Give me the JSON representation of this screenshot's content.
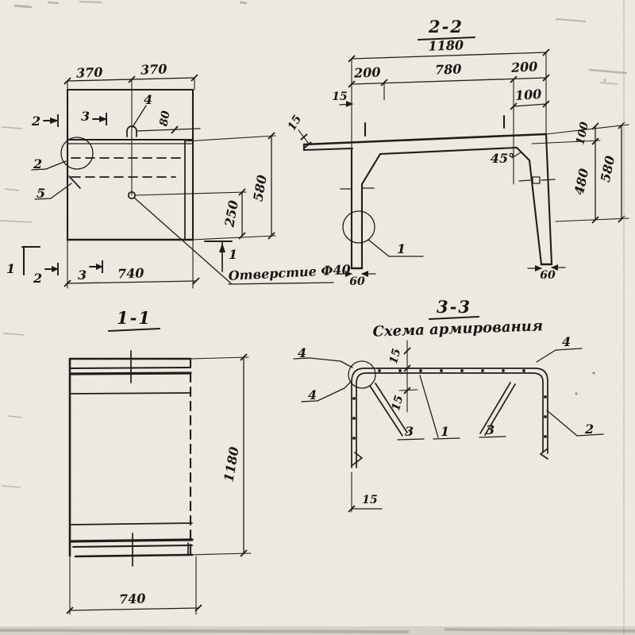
{
  "plan": {
    "dim_370_l": "370",
    "dim_370_r": "370",
    "dim_80": "80",
    "dim_250": "250",
    "dim_580": "580",
    "dim_740": "740",
    "mark_2_top": "2",
    "mark_3_top": "3",
    "mark_4": "4",
    "mark_2_detail": "2",
    "mark_5": "5",
    "mark_1_bl": "1",
    "mark_2_bl": "2",
    "mark_3_bl": "3",
    "mark_1_br": "1",
    "hole_note": "Отверстие Ф40"
  },
  "s22": {
    "title": "2-2",
    "dim_1180": "1180",
    "dim_200_l": "200",
    "dim_780": "780",
    "dim_200_r": "200",
    "dim_100_top": "100",
    "dim_15": "15",
    "dim_15_tip": "15",
    "angle": "45°",
    "dim_100_r": "100",
    "dim_480": "480",
    "dim_580": "580",
    "dim_60_l": "60",
    "dim_60_r": "60",
    "mark_1": "1"
  },
  "s11": {
    "title": "1-1",
    "dim_1180": "1180",
    "dim_740": "740"
  },
  "s33": {
    "title": "3-3",
    "subtitle": "Схема армирования",
    "dim_15_top": "15",
    "dim_15_mid": "15",
    "dim_15_bot": "15",
    "bar_4_a": "4",
    "bar_4_b": "4",
    "bar_4_c": "4",
    "bar_3_l": "3",
    "bar_1": "1",
    "bar_3_r": "3",
    "bar_2": "2"
  },
  "colors": {
    "ink": "#201d18",
    "paper": "#f2efe8"
  }
}
